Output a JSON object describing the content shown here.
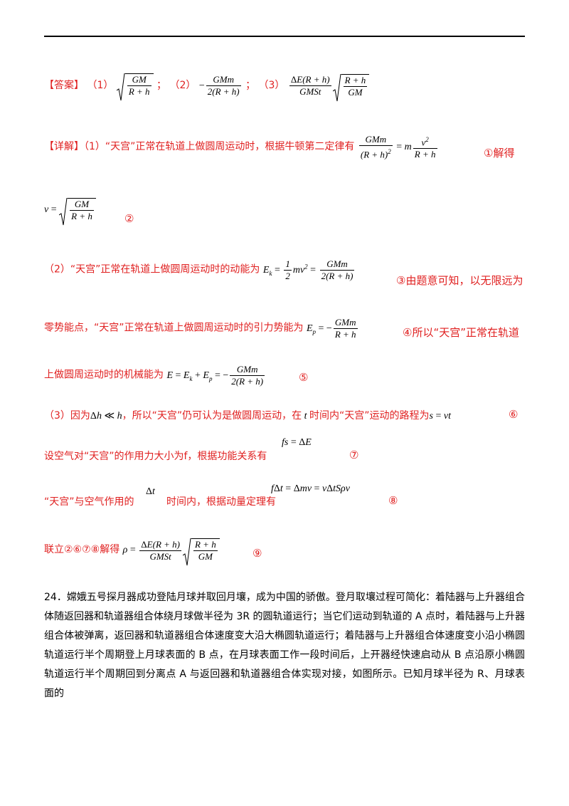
{
  "answer": {
    "label": "【答案】",
    "p1": "（1）",
    "p2": "（2）",
    "p3": "（3）",
    "sep": "；"
  },
  "detail": {
    "label": "【详解】",
    "l1": "（1）“天宫”正常在轨道上做圆周运动时，根据牛顿第二定律有",
    "m1": "①解得",
    "m2": "②",
    "l3": "（2）“天宫”正常在轨道上做圆周运动时的动能为",
    "m3": "③由题意可知，以无限远为",
    "l4": "零势能点，“天宫”正常在轨道上做圆周运动时的引力势能为",
    "m4": "④所以“天宫”正常在轨道",
    "l5": "上做圆周运动时的机械能为",
    "m5": "⑤",
    "l6a": "（3）因为",
    "l6b": "，所以“天宫”仍可认为是做圆周运动，在",
    "l6c": "时间内“天宫”运动的路程为",
    "m6": "⑥",
    "l7": "设空气对“天宫”的作用力大小为f，根据功能关系有",
    "m7": "⑦",
    "l8a": "“天宫”与空气作用的",
    "l8b": "时间内，根据动量定理有",
    "m8": "⑧",
    "l9": "联立②⑥⑦⑧解得",
    "m9": "⑨"
  },
  "problem": {
    "text": "24．嫦娥五号探月器成功登陆月球并取回月壤，成为中国的骄傲。登月取壤过程可简化：着陆器与上升器组合体随返回器和轨道器组合体绕月球做半径为 3R 的圆轨道运行；当它们运动到轨道的 A 点时，着陆器与上升器组合体被弹离，返回器和轨道器组合体速度变大沿大椭圆轨道运行；着陆器与上升器组合体速度变小沿小椭圆轨道运行半个周期登上月球表面的 B 点，在月球表面工作一段时间后，上开器经快速启动从 B 点沿原小椭圆轨道运行半个周期回到分离点 A 与返回器和轨道器组合体实现对接，如图所示。已知月球半径为 R、月球表面的"
  }
}
